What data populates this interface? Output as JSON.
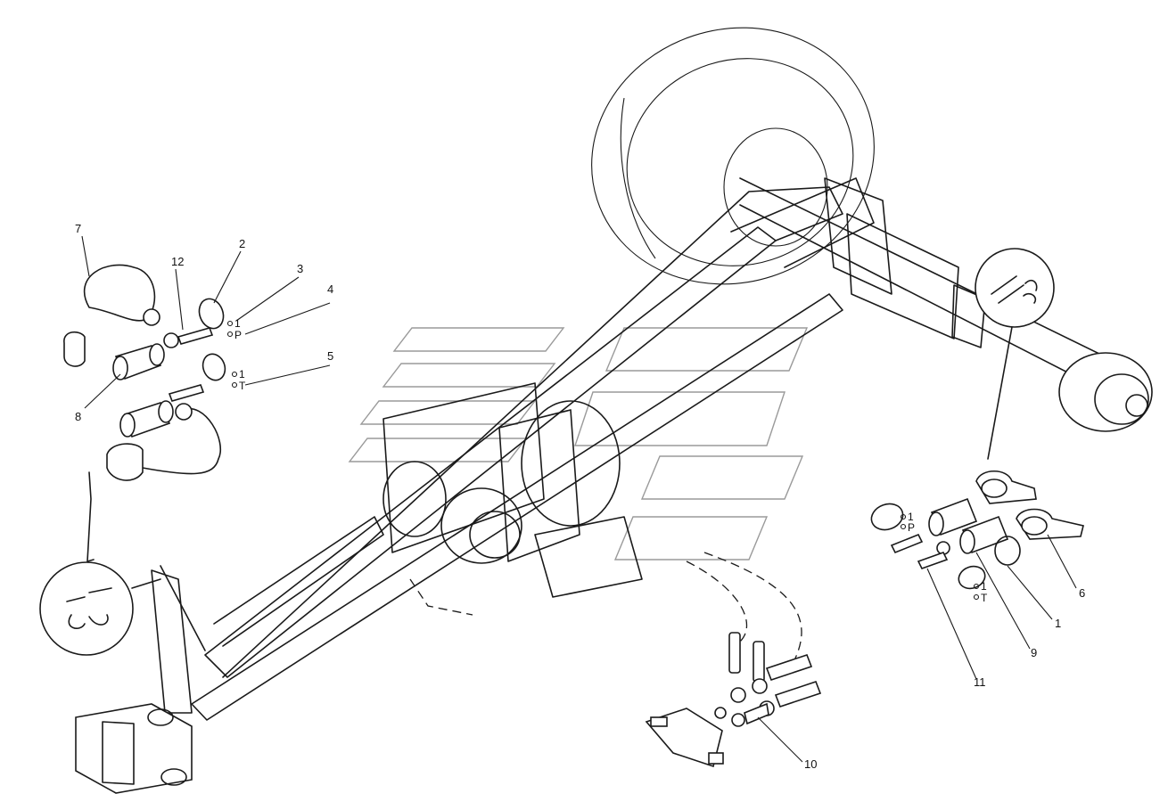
{
  "callouts": {
    "c1": "1",
    "c2": "2",
    "c3": "3",
    "c4": "4",
    "c5": "5",
    "c6": "6",
    "c7": "7",
    "c8": "8",
    "c9": "9",
    "c10": "10",
    "c11": "11",
    "c12": "12"
  },
  "port_marks": {
    "left_p_qty": "1",
    "left_p_port": "P",
    "left_t_qty": "1",
    "left_t_port": "T",
    "right_p_qty": "1",
    "right_p_port": "P",
    "right_t_qty": "1",
    "right_t_port": "T"
  }
}
